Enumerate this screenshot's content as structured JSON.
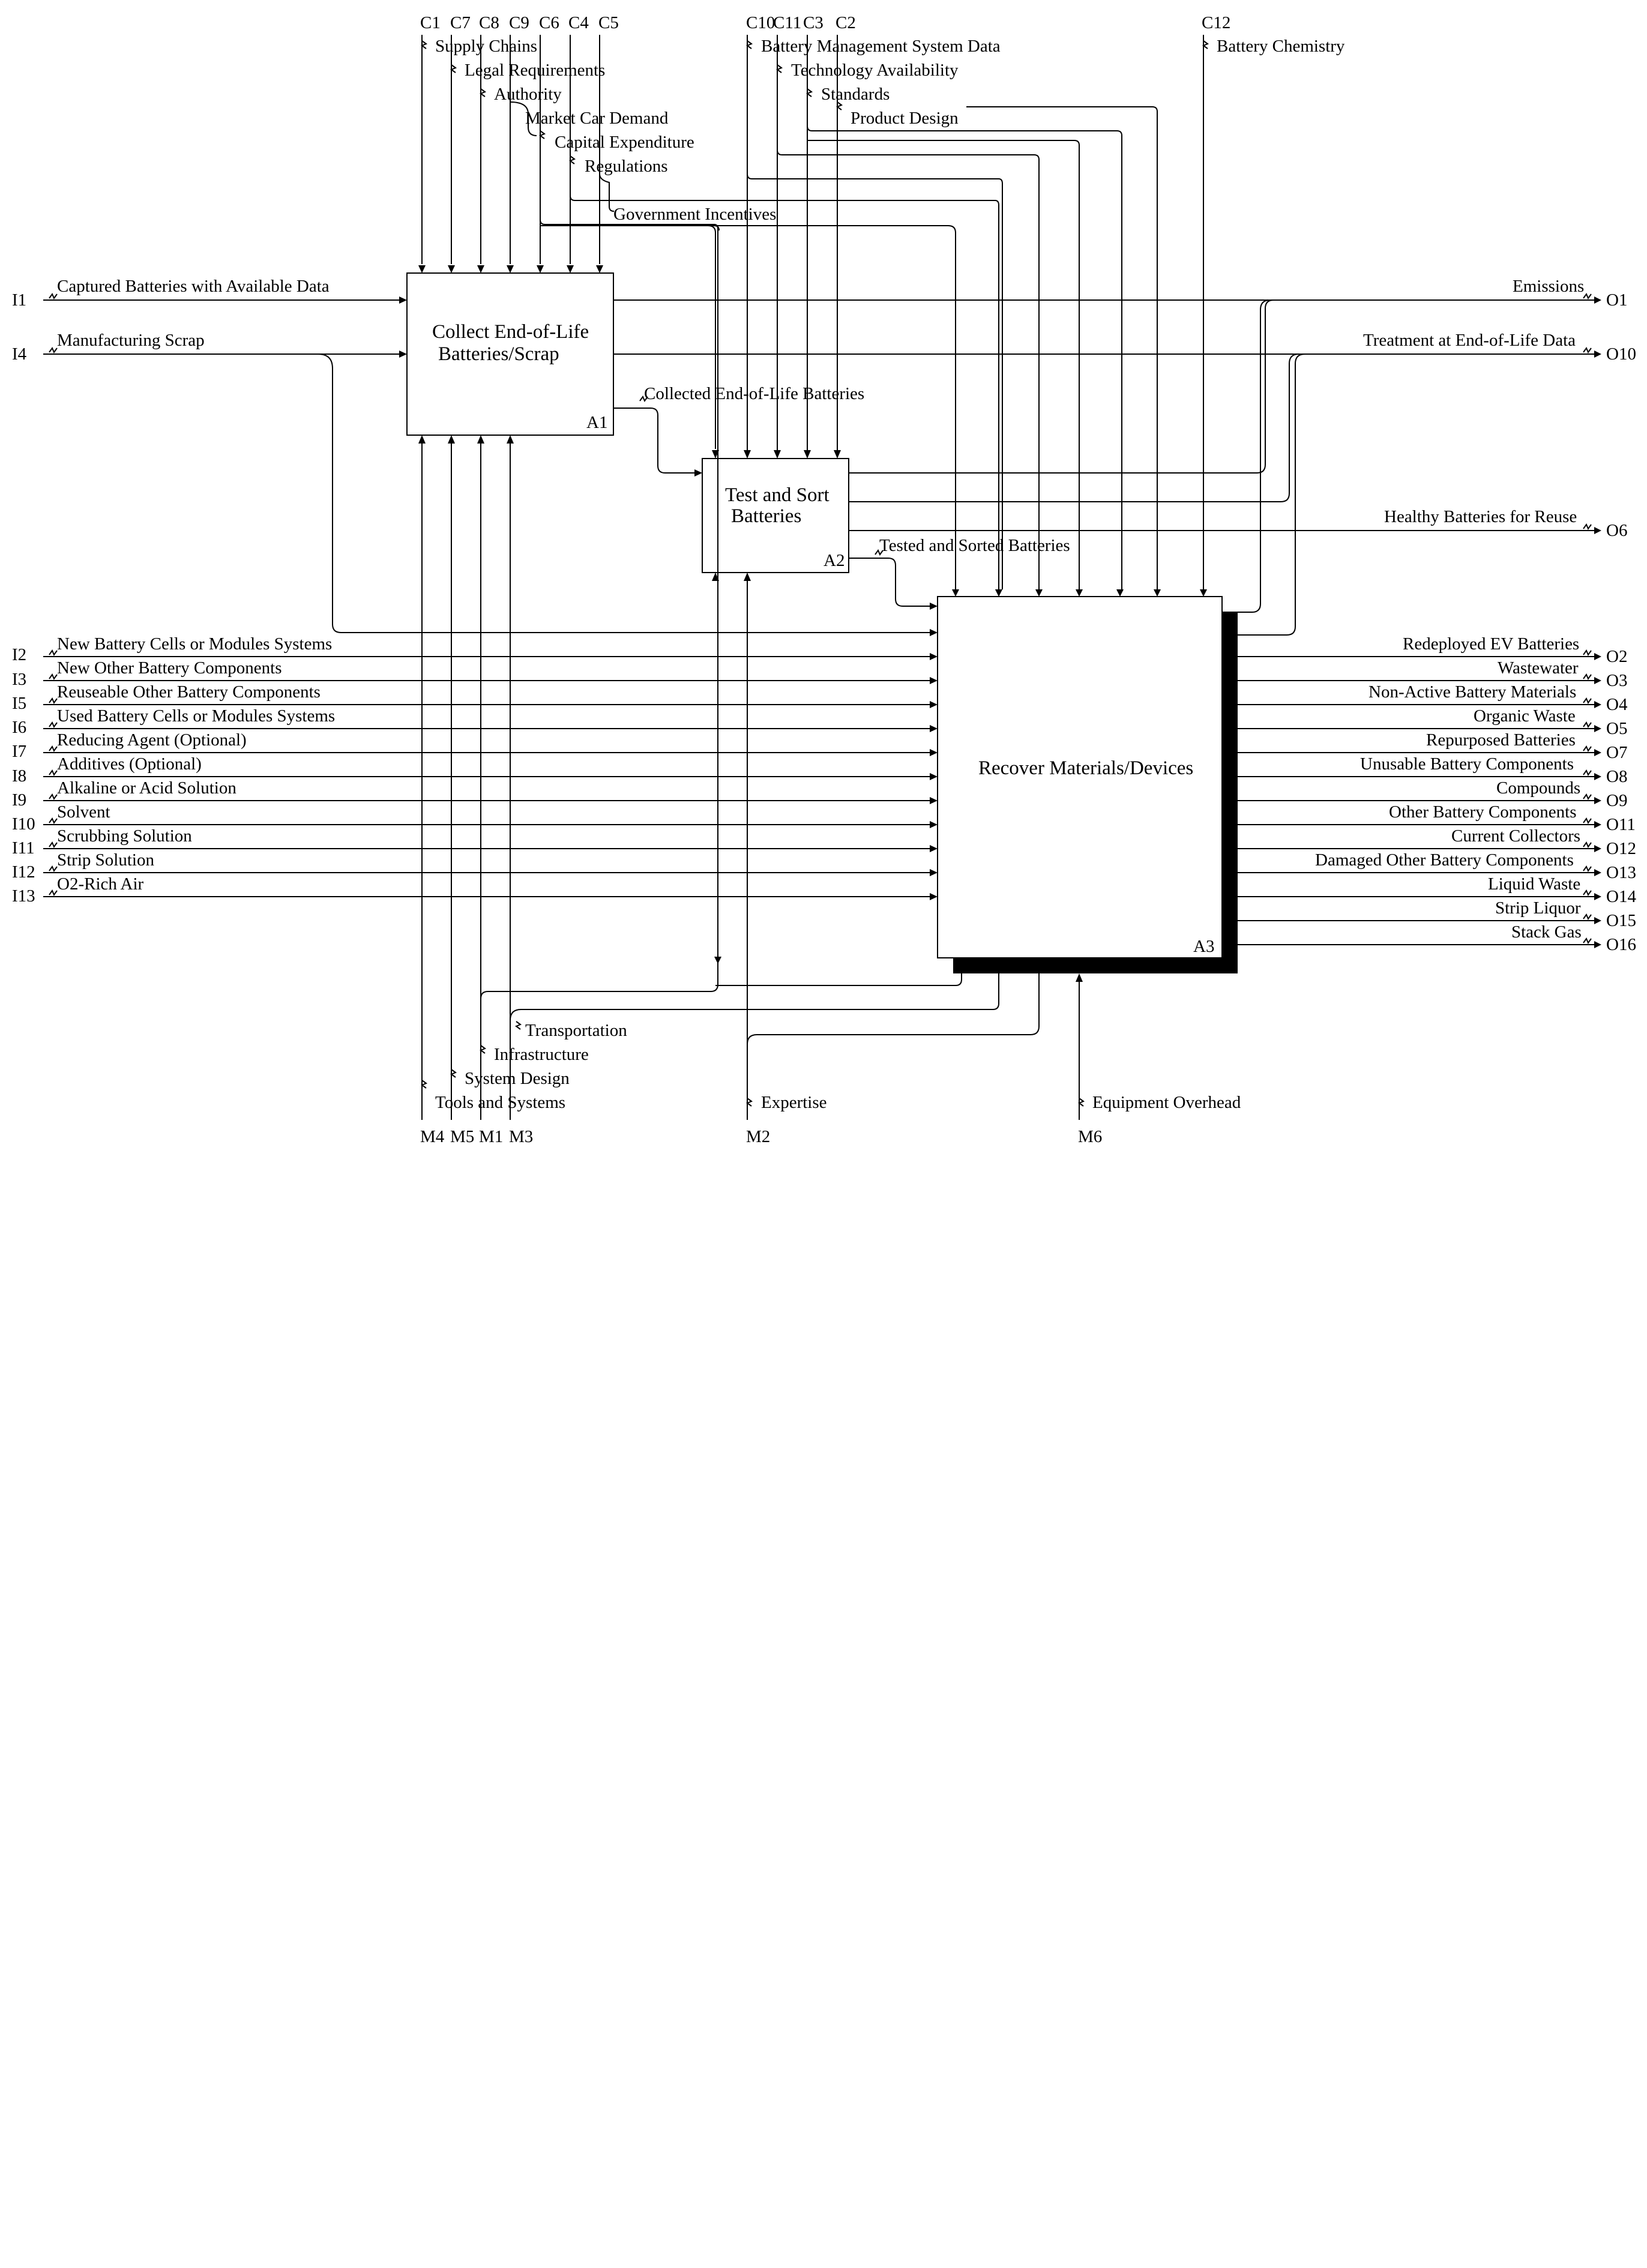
{
  "boxes": {
    "a1": {
      "title_line1": "Collect End-of-Life",
      "title_line2": "Batteries/Scrap",
      "node": "A1"
    },
    "a2": {
      "title_line1": "Test and Sort",
      "title_line2": "Batteries",
      "node": "A2"
    },
    "a3": {
      "title": "Recover Materials/Devices",
      "node": "A3"
    }
  },
  "controls": {
    "c1": {
      "code": "C1",
      "label": "Supply Chains"
    },
    "c7": {
      "code": "C7",
      "label": "Legal Requirements"
    },
    "c8": {
      "code": "C8",
      "label": "Authority"
    },
    "c9": {
      "code": "C9",
      "label": "Market Car Demand"
    },
    "c6": {
      "code": "C6",
      "label": "Capital Expenditure"
    },
    "c4": {
      "code": "C4",
      "label": "Regulations"
    },
    "c5": {
      "code": "C5",
      "label": "Government Incentives"
    },
    "c10": {
      "code": "C10",
      "label": "Battery Management System Data"
    },
    "c11": {
      "code": "C11",
      "label": "Technology Availability"
    },
    "c3": {
      "code": "C3",
      "label": "Standards"
    },
    "c2": {
      "code": "C2",
      "label": "Product Design"
    },
    "c12": {
      "code": "C12",
      "label": "Battery Chemistry"
    }
  },
  "inputs": {
    "i1": {
      "code": "I1",
      "label": "Captured Batteries with Available Data"
    },
    "i4": {
      "code": "I4",
      "label": "Manufacturing Scrap"
    },
    "i2": {
      "code": "I2",
      "label": "New Battery Cells or Modules Systems"
    },
    "i3": {
      "code": "I3",
      "label": "New Other Battery Components"
    },
    "i5": {
      "code": "I5",
      "label": "Reuseable Other Battery Components"
    },
    "i6": {
      "code": "I6",
      "label": "Used Battery Cells or Modules Systems"
    },
    "i7": {
      "code": "I7",
      "label": "Reducing Agent (Optional)"
    },
    "i8": {
      "code": "I8",
      "label": "Additives (Optional)"
    },
    "i9": {
      "code": "I9",
      "label": "Alkaline or Acid Solution"
    },
    "i10": {
      "code": "I10",
      "label": "Solvent"
    },
    "i11": {
      "code": "I11",
      "label": "Scrubbing Solution"
    },
    "i12": {
      "code": "I12",
      "label": "Strip Solution"
    },
    "i13": {
      "code": "I13",
      "label": "O2-Rich Air"
    }
  },
  "outputs": {
    "o1": {
      "code": "O1",
      "label": "Emissions"
    },
    "o10": {
      "code": "O10",
      "label": "Treatment at End-of-Life Data"
    },
    "o6": {
      "code": "O6",
      "label": "Healthy Batteries for Reuse"
    },
    "o2": {
      "code": "O2",
      "label": "Redeployed EV Batteries"
    },
    "o3": {
      "code": "O3",
      "label": "Wastewater"
    },
    "o4": {
      "code": "O4",
      "label": "Non-Active Battery Materials"
    },
    "o5": {
      "code": "O5",
      "label": "Organic Waste"
    },
    "o7": {
      "code": "O7",
      "label": "Repurposed Batteries"
    },
    "o8": {
      "code": "O8",
      "label": "Unusable Battery Components"
    },
    "o9": {
      "code": "O9",
      "label": "Compounds"
    },
    "o11": {
      "code": "O11",
      "label": "Other Battery Components"
    },
    "o12": {
      "code": "O12",
      "label": "Current Collectors"
    },
    "o13": {
      "code": "O13",
      "label": "Damaged Other Battery Components"
    },
    "o14": {
      "code": "O14",
      "label": "Liquid Waste"
    },
    "o15": {
      "code": "O15",
      "label": "Strip Liquor"
    },
    "o16": {
      "code": "O16",
      "label": "Stack Gas"
    }
  },
  "mechanisms": {
    "m4": {
      "code": "M4",
      "label": "Tools and Systems"
    },
    "m5": {
      "code": "M5",
      "label": "System Design"
    },
    "m1": {
      "code": "M1",
      "label": "Infrastructure"
    },
    "m3": {
      "code": "M3",
      "label": "Transportation"
    },
    "m2": {
      "code": "M2",
      "label": "Expertise"
    },
    "m6": {
      "code": "M6",
      "label": "Equipment Overhead"
    }
  },
  "internal": {
    "collected": "Collected End-of-Life Batteries",
    "tested": "Tested and Sorted Batteries"
  }
}
